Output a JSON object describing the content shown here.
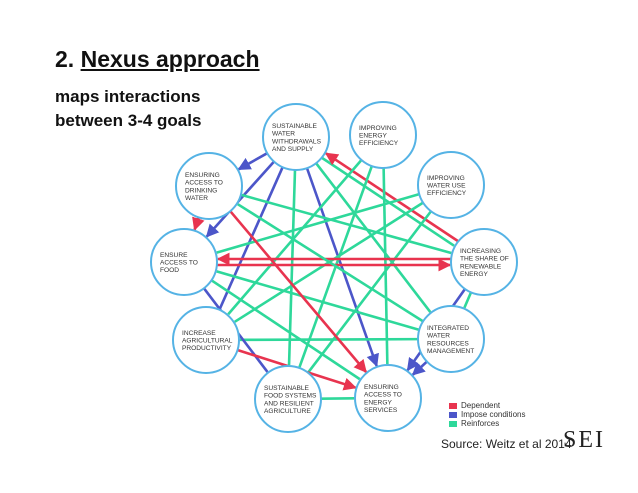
{
  "title": {
    "number": "2.",
    "main": "Nexus approach"
  },
  "subtitle": {
    "line1": "maps interactions",
    "line2": "between 3-4 goals"
  },
  "colors": {
    "dependent": "#e8344f",
    "impose": "#4c56c9",
    "reinforces": "#2ed89a",
    "node_border": "#55b3e5"
  },
  "nodes": [
    {
      "id": "water",
      "lines": [
        "SUSTAINABLE",
        "WATER",
        "WITHDRAWALS",
        "AND SUPPLY"
      ]
    },
    {
      "id": "energy_eff",
      "lines": [
        "IMPROVING",
        "ENERGY",
        "EFFICIENCY"
      ]
    },
    {
      "id": "water_eff",
      "lines": [
        "IMPROVING",
        "WATER USE",
        "EFFICIENCY"
      ]
    },
    {
      "id": "renewable",
      "lines": [
        "INCREASING",
        "THE SHARE OF",
        "RENEWABLE",
        "ENERGY"
      ]
    },
    {
      "id": "iwrm",
      "lines": [
        "INTEGRATED",
        "WATER",
        "RESOURCES",
        "MANAGEMENT"
      ]
    },
    {
      "id": "energy_access",
      "lines": [
        "ENSURING",
        "ACCESS TO",
        "ENERGY",
        "SERVICES"
      ]
    },
    {
      "id": "food_sys",
      "lines": [
        "SUSTAINABLE",
        "FOOD SYSTEMS",
        "AND RESILIENT",
        "AGRICULTURE"
      ]
    },
    {
      "id": "agri",
      "lines": [
        "INCREASE",
        "AGRICULTURAL",
        "PRODUCTIVITY"
      ]
    },
    {
      "id": "food_access",
      "lines": [
        "ENSURE",
        "ACCESS TO",
        "FOOD"
      ]
    },
    {
      "id": "drinking",
      "lines": [
        "ENSURING",
        "ACCESS TO",
        "DRINKING",
        "WATER"
      ]
    }
  ],
  "edges": [
    {
      "from": "water",
      "to": "drinking",
      "type": "impose",
      "arrow": true
    },
    {
      "from": "water",
      "to": "food_access",
      "type": "impose",
      "arrow": true
    },
    {
      "from": "water",
      "to": "agri",
      "type": "impose",
      "arrow": false
    },
    {
      "from": "water",
      "to": "energy_access",
      "type": "impose",
      "arrow": true
    },
    {
      "from": "water",
      "to": "iwrm",
      "type": "reinforces",
      "arrow": false
    },
    {
      "from": "water",
      "to": "food_sys",
      "type": "reinforces",
      "arrow": false
    },
    {
      "from": "water",
      "to": "renewable",
      "type": "reinforces",
      "arrow": false
    },
    {
      "from": "renewable",
      "to": "water",
      "type": "dependent",
      "arrow": true
    },
    {
      "from": "energy_eff",
      "to": "food_sys",
      "type": "reinforces",
      "arrow": false
    },
    {
      "from": "energy_eff",
      "to": "agri",
      "type": "reinforces",
      "arrow": false
    },
    {
      "from": "energy_eff",
      "to": "energy_access",
      "type": "reinforces",
      "arrow": false
    },
    {
      "from": "water_eff",
      "to": "food_access",
      "type": "reinforces",
      "arrow": false
    },
    {
      "from": "water_eff",
      "to": "agri",
      "type": "reinforces",
      "arrow": false
    },
    {
      "from": "water_eff",
      "to": "food_sys",
      "type": "reinforces",
      "arrow": false
    },
    {
      "from": "renewable",
      "to": "food_access",
      "type": "dependent",
      "arrow": true
    },
    {
      "from": "food_access",
      "to": "renewable",
      "type": "dependent",
      "arrow": true
    },
    {
      "from": "renewable",
      "to": "iwrm",
      "type": "reinforces",
      "arrow": false
    },
    {
      "from": "renewable",
      "to": "energy_access",
      "type": "impose",
      "arrow": true
    },
    {
      "from": "iwrm",
      "to": "energy_access",
      "type": "impose",
      "arrow": true
    },
    {
      "from": "iwrm",
      "to": "drinking",
      "type": "reinforces",
      "arrow": false
    },
    {
      "from": "iwrm",
      "to": "food_access",
      "type": "reinforces",
      "arrow": false
    },
    {
      "from": "iwrm",
      "to": "agri",
      "type": "reinforces",
      "arrow": false
    },
    {
      "from": "drinking",
      "to": "food_access",
      "type": "dependent",
      "arrow": true
    },
    {
      "from": "drinking",
      "to": "energy_access",
      "type": "dependent",
      "arrow": true
    },
    {
      "from": "food_access",
      "to": "food_sys",
      "type": "impose",
      "arrow": false
    },
    {
      "from": "food_access",
      "to": "energy_access",
      "type": "reinforces",
      "arrow": false
    },
    {
      "from": "agri",
      "to": "energy_access",
      "type": "dependent",
      "arrow": true
    },
    {
      "from": "food_sys",
      "to": "energy_access",
      "type": "reinforces",
      "arrow": false
    },
    {
      "from": "drinking",
      "to": "renewable",
      "type": "reinforces",
      "arrow": false
    }
  ],
  "legend": {
    "dependent": "Dependent",
    "impose": "Impose conditions",
    "reinforces": "Reinforces"
  },
  "source": "Source:  Weitz et al 2014",
  "logo": "SEI"
}
